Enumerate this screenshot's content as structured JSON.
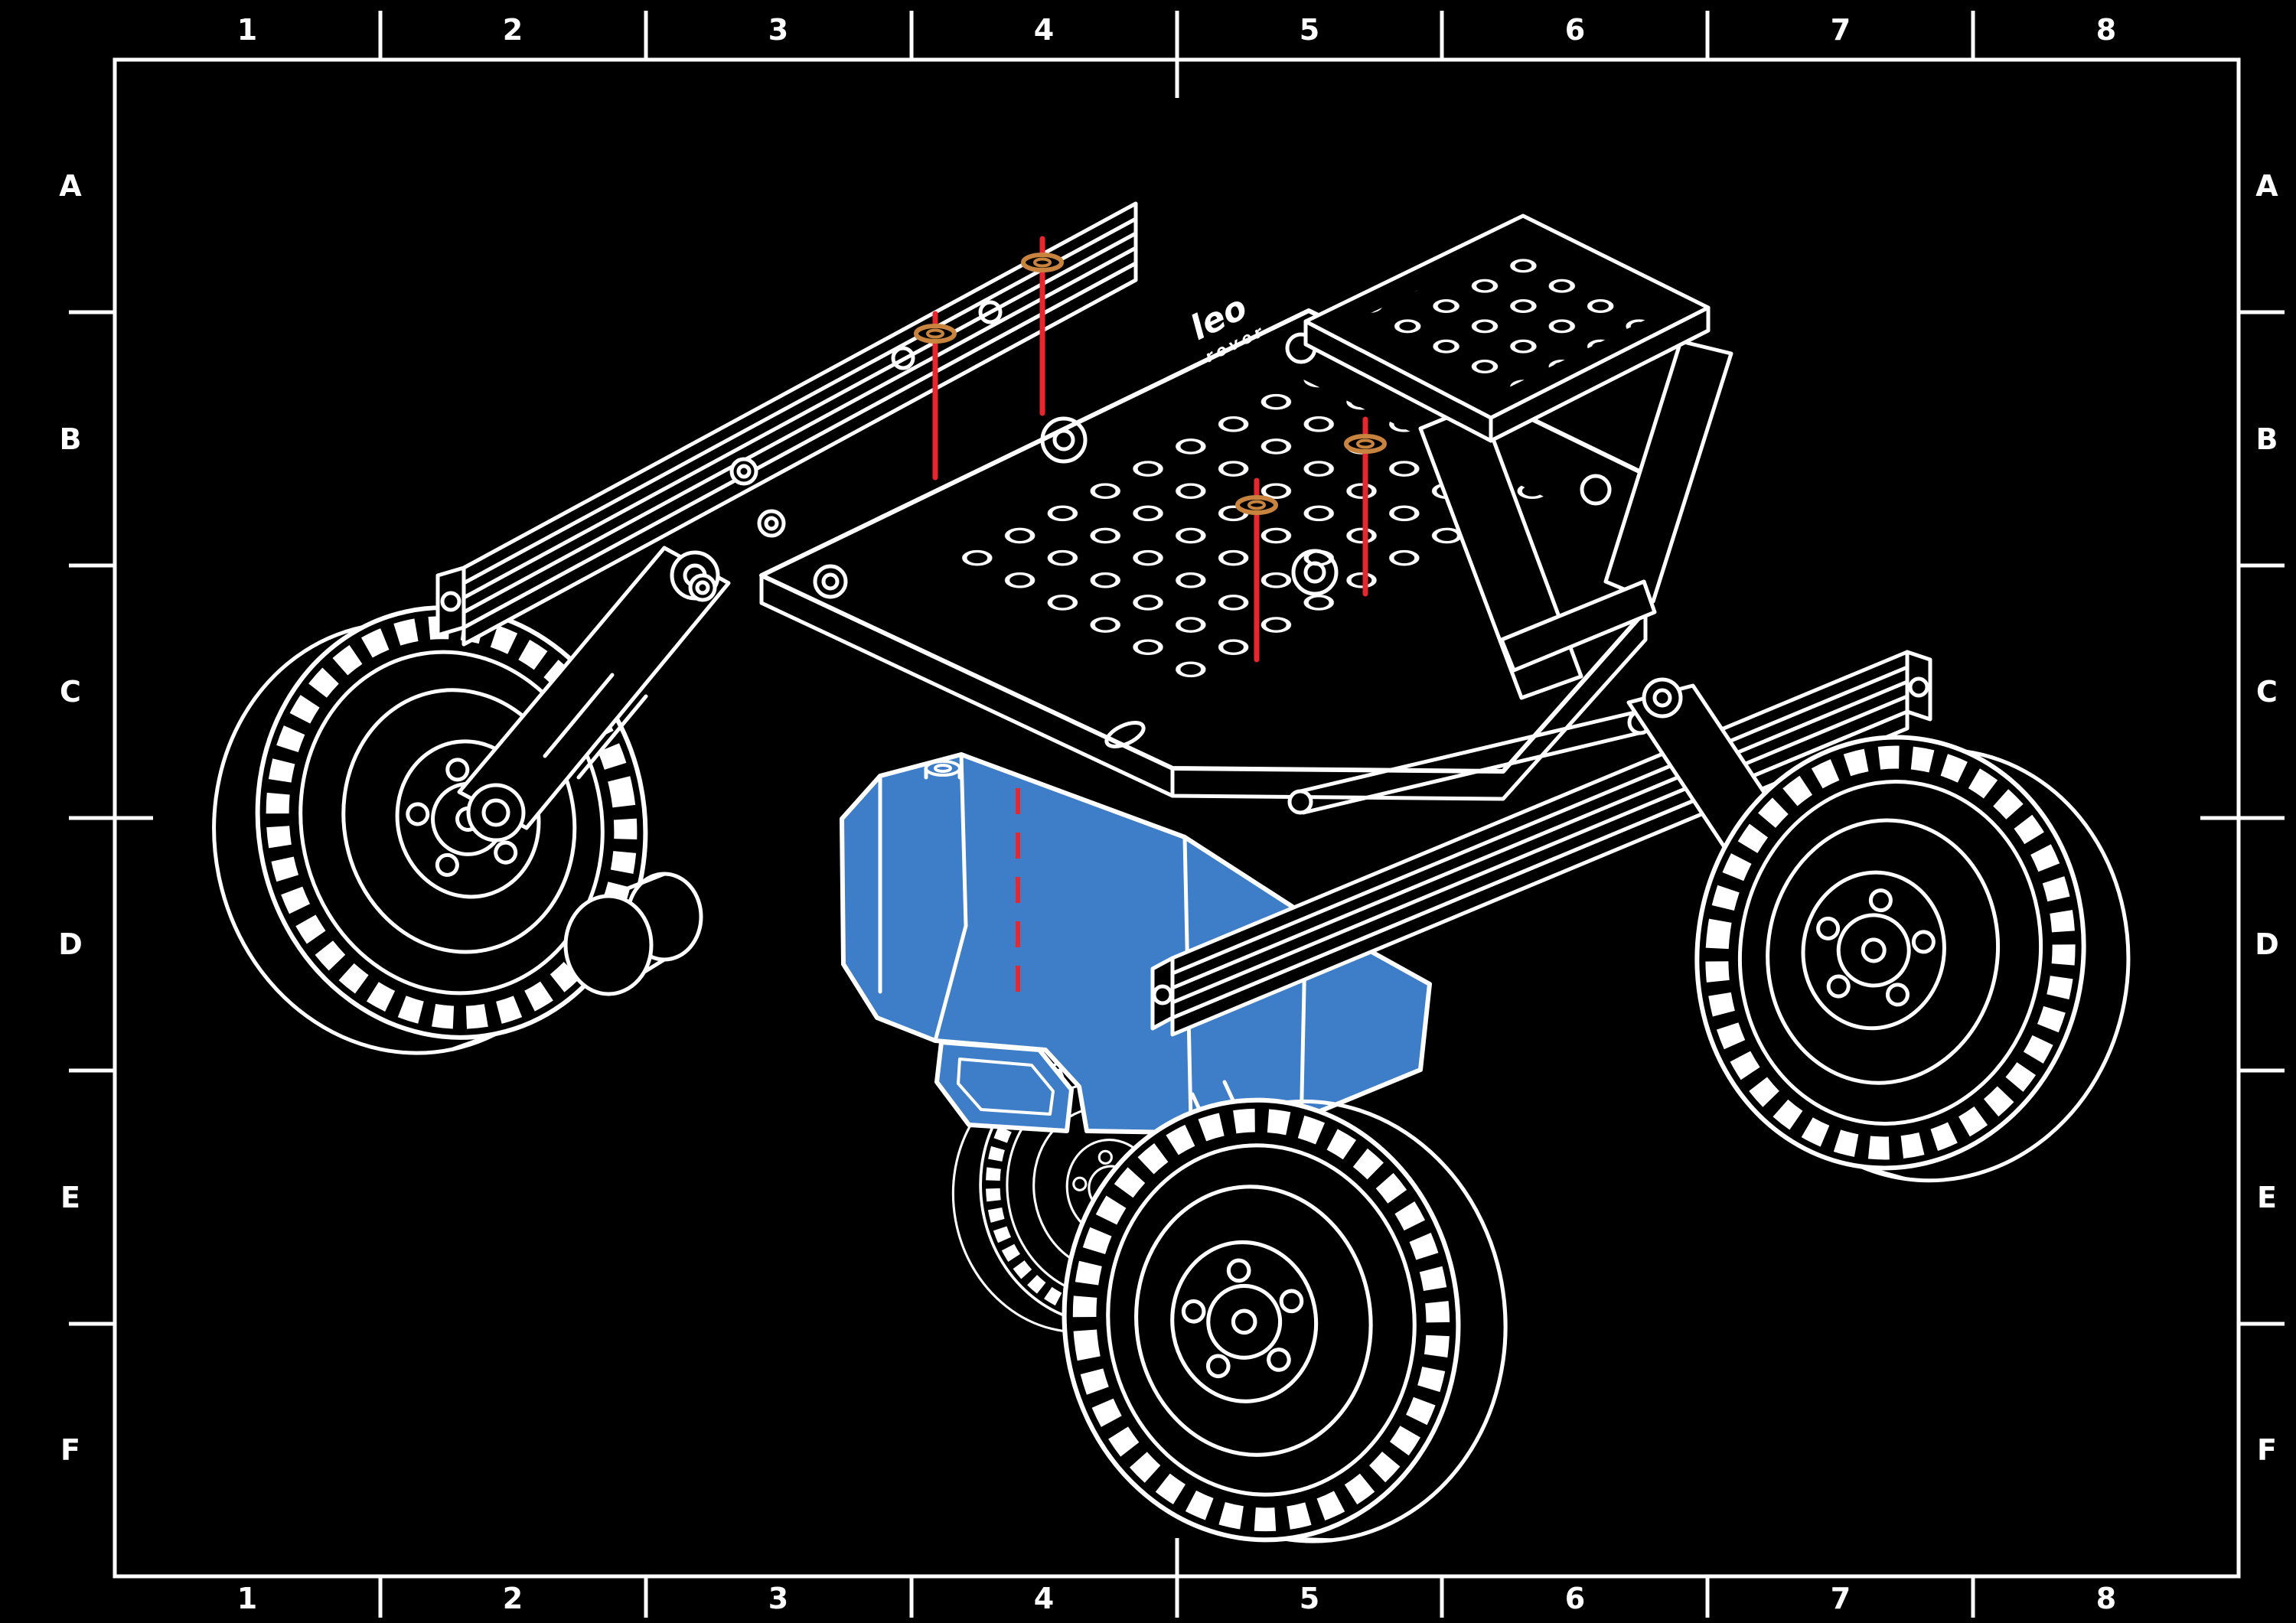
{
  "sheet": {
    "background_color": "#000000",
    "frame_color": "#ffffff",
    "zone_columns": [
      "1",
      "2",
      "3",
      "4",
      "5",
      "6",
      "7",
      "8"
    ],
    "zone_rows": [
      "A",
      "B",
      "C",
      "D",
      "E",
      "F"
    ]
  },
  "drawing": {
    "logo_text": "leo",
    "logo_subtext": "rover",
    "colors": {
      "outline": "#ffffff",
      "battery_highlight": "#3e7dc7",
      "screw_line": "#e8262d",
      "washer": "#c8843f",
      "centerline": "#e8262d"
    }
  }
}
